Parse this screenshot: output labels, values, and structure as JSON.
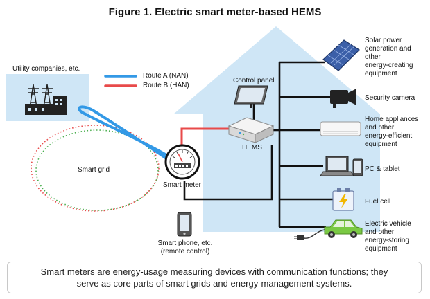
{
  "title": "Figure 1. Electric smart meter-based HEMS",
  "utility": {
    "label": "Utility companies, etc."
  },
  "legend": {
    "items": [
      {
        "label": "Route A (NAN)",
        "color": "#3399e6"
      },
      {
        "label": "Route B (HAN)",
        "color": "#e84a4a"
      }
    ]
  },
  "grid": {
    "label": "Smart grid",
    "colors": [
      "#e84a4a",
      "#4caf50"
    ]
  },
  "meter": {
    "label": "Smart meter"
  },
  "phone": {
    "line1": "Smart phone, etc.",
    "line2": "(remote control)"
  },
  "control_panel": {
    "label": "Control panel"
  },
  "hems": {
    "label": "HEMS"
  },
  "devices": [
    {
      "lines": [
        "Solar power",
        "generation and",
        "other",
        "energy-creating",
        "equipment"
      ],
      "icon": "solar-panel-icon"
    },
    {
      "lines": [
        "Security camera"
      ],
      "icon": "security-camera-icon"
    },
    {
      "lines": [
        "Home appliances",
        "and other",
        "energy-efficient",
        "equipment"
      ],
      "icon": "air-conditioner-icon"
    },
    {
      "lines": [
        "PC & tablet"
      ],
      "icon": "laptop-icon"
    },
    {
      "lines": [
        "Fuel cell"
      ],
      "icon": "fuel-cell-icon"
    },
    {
      "lines": [
        "Electric vehicle",
        "and other",
        "energy-storing",
        "equipment"
      ],
      "icon": "electric-car-icon"
    }
  ],
  "caption": {
    "line1": "Smart meters are energy-usage measuring devices with communication functions; they",
    "line2": "serve as core parts of smart grids and energy-management systems."
  },
  "colors": {
    "house": "#cfe6f6",
    "utility_bg": "#cfe6f6",
    "bus": "#111111"
  }
}
